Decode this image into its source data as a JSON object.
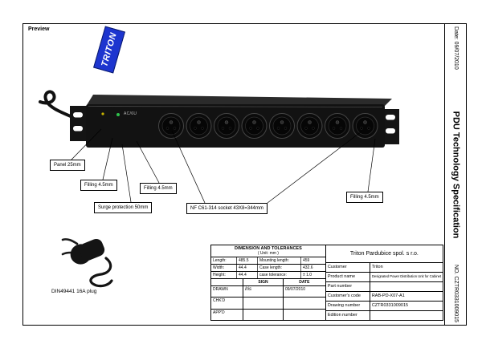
{
  "page": {
    "preview_label": "Preview",
    "sidebar": {
      "date": "Date:   09/07/2010",
      "title": "PDU Technology Specification",
      "number": "NO.  CZTR0331009015"
    }
  },
  "logo": {
    "text": "TRITON"
  },
  "pdu": {
    "panel_text": "AC/6U"
  },
  "callouts": [
    {
      "label": "Panel 25mm"
    },
    {
      "label": "Filling 4.5mm"
    },
    {
      "label": "Filling 4.5mm"
    },
    {
      "label": "Surge protection 50mm"
    },
    {
      "label": "NF C61-314 socket 43X8=344mm"
    },
    {
      "label": "Filling 4.5mm"
    }
  ],
  "plug_label": "DIN49441 16A plug",
  "title_block": {
    "dimensions": {
      "title": "DIMENSION AND TOLERANCES",
      "unit": "( Unit: mm )",
      "rows": [
        {
          "k1": "Length:",
          "v1": "485.5",
          "k2": "Mounting length:",
          "v2": "459"
        },
        {
          "k1": "Width:",
          "v1": "44.4",
          "k2": "Case length:",
          "v2": "432.6"
        },
        {
          "k1": "Height:",
          "v1": "44.4",
          "k2": "case tolerance:",
          "v2": "±  1.0"
        }
      ]
    },
    "approval": {
      "headers": [
        "",
        "SIGN",
        "DATE"
      ],
      "rows": [
        {
          "role": "DRAWN",
          "sign": "Iris",
          "date": "09/07/2010"
        },
        {
          "role": "CHK'D",
          "sign": "",
          "date": ""
        },
        {
          "role": "APP'D",
          "sign": "",
          "date": ""
        }
      ]
    },
    "company": {
      "name": "Triton Pardubice spol. s r.o.",
      "rows": [
        {
          "label": "Customer",
          "value": "Triton"
        },
        {
          "label": "Product name",
          "value": "Designated Power Distribution Unit for Cabinet"
        },
        {
          "label": "Part number",
          "value": ""
        },
        {
          "label": "Customer's code",
          "value": "RAB-PD-X07-A1"
        },
        {
          "label": "Drawing number",
          "value": "CZTR0331009015"
        },
        {
          "label": "Edition number",
          "value": ""
        }
      ]
    }
  }
}
